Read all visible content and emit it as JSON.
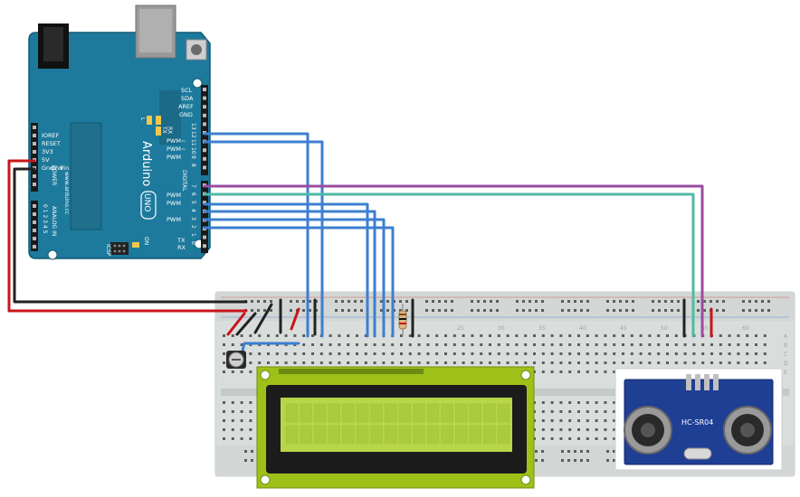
{
  "board": {
    "pins_left": [
      "IOREF",
      "RESET",
      "3V3",
      "5V",
      "Gnd",
      "Gnd",
      "Vin"
    ],
    "pins_right_top": [
      "SCL",
      "SDA",
      "AREF",
      "GND"
    ],
    "power_label": "POWER",
    "analog_label": "ANALOG IN",
    "analog_pins": "0 1 2 3 4 5",
    "website": "www.arduino.cc",
    "name": "Arduino",
    "model": "UNO",
    "digital_label": "DIGITAL",
    "pwm": "PWM",
    "pwm_tilde": "PWM~",
    "tx": "TX",
    "rx": "RX",
    "led_l": "L",
    "led_on": "ON",
    "icsp": "ICSP",
    "digital_pins": [
      "13",
      "12",
      "11",
      "10",
      "9",
      "8",
      "7",
      "6",
      "5",
      "4",
      "3",
      "2",
      "1",
      "0"
    ]
  },
  "breadboard": {
    "column_numbers": [
      "25",
      "30",
      "35",
      "40",
      "45",
      "50",
      "55",
      "60"
    ],
    "row_letters": [
      "A",
      "B",
      "C",
      "D",
      "E"
    ]
  },
  "sensor": {
    "module_label": "HC-SR04"
  },
  "colors": {
    "board_blue": "#1d7a9c",
    "wire_blue": "#3d7fd1",
    "wire_purple": "#9b4da0",
    "wire_teal": "#4fb9a6",
    "wire_red": "#c8151b",
    "wire_black": "#222222",
    "lcd_green": "#9ec11a",
    "lcd_screen": "#b8d64a"
  }
}
